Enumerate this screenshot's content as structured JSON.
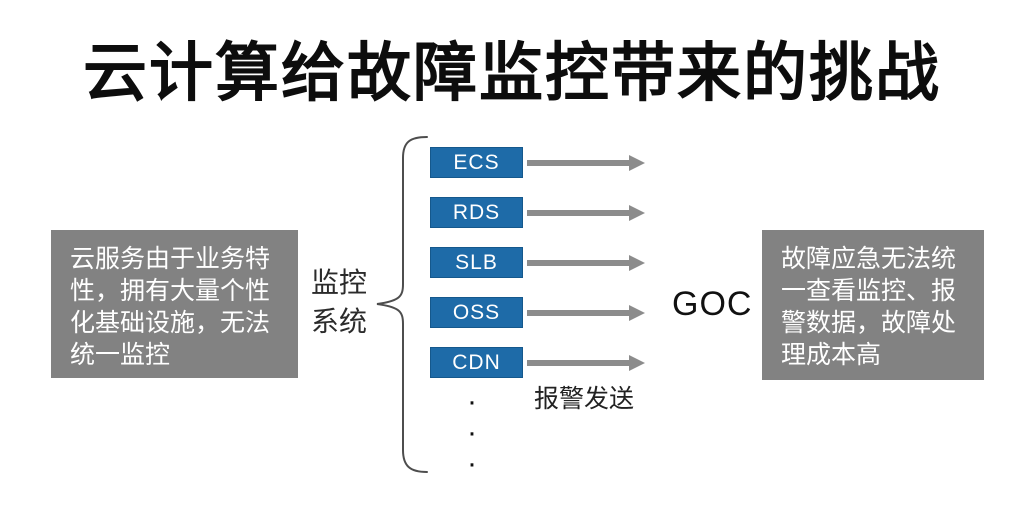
{
  "title": "云计算给故障监控带来的挑战",
  "left_note": "云服务由于业务特\n性，拥有大量个性\n化基础设施，无法\n统一监控",
  "monitor_label": "监控\n系统",
  "services": [
    "ECS",
    "RDS",
    "SLB",
    "OSS",
    "CDN"
  ],
  "more_indicator": [
    "·",
    "·",
    "·"
  ],
  "alert_label": "报警发送",
  "goc_label": "GOC",
  "right_note": "故障应急无法统\n一查看监控、报\n警数据，故障处\n理成本高",
  "colors": {
    "service_box": "#1e6ba8",
    "service_box_border": "#15588c",
    "note_box": "#828282",
    "arrow": "#8c8c8c",
    "title_text": "#0d0d0d",
    "note_text": "#ffffff"
  }
}
